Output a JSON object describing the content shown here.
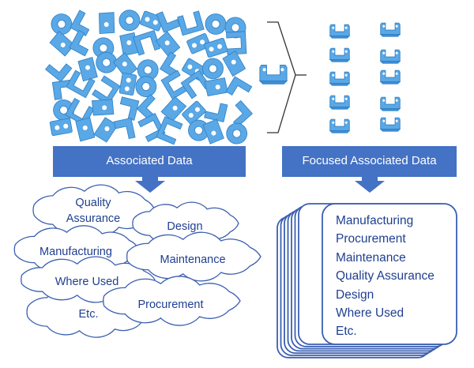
{
  "left_banner": {
    "label": "Associated Data"
  },
  "right_banner": {
    "label": "Focused Associated Data"
  },
  "clouds": [
    {
      "label": "Quality\nAssurance"
    },
    {
      "label": "Design"
    },
    {
      "label": "Manufacturing"
    },
    {
      "label": "Maintenance"
    },
    {
      "label": "Where Used"
    },
    {
      "label": "Procurement"
    },
    {
      "label": "Etc."
    }
  ],
  "focused_list": [
    "Manufacturing",
    "Procurement",
    "Maintenance",
    "Quality Assurance",
    "Design",
    "Where Used",
    "Etc."
  ],
  "colors": {
    "part_fill": "#5aa8e6",
    "part_stroke": "#2f7fc4",
    "banner": "#4472c4",
    "cloud_stroke": "#3b5fb0",
    "text": "#1f3f8f"
  }
}
